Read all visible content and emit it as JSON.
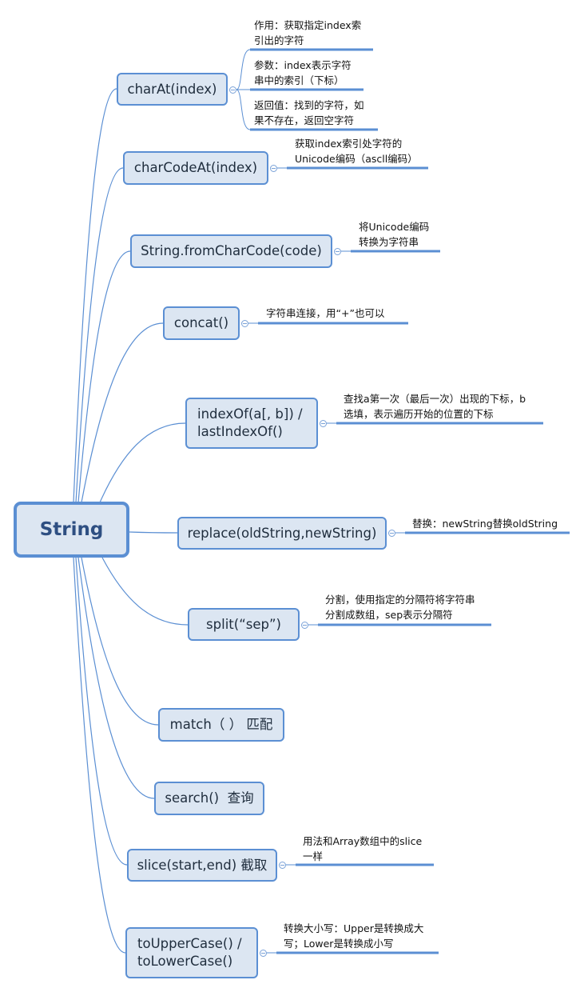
{
  "diagram": {
    "type": "mind-map",
    "root": {
      "label": "String"
    },
    "colors": {
      "node_fill": "#dce6f2",
      "node_border": "#5b8fd3",
      "line": "#5b8fd3",
      "root_text": "#2e4f82"
    },
    "branches": [
      {
        "id": "charAt",
        "label": "charAt(index)",
        "notes": [
          "作用：获取指定index索\n引出的字符",
          "参数：index表示字符\n串中的索引（下标）",
          "返回值：找到的字符，如\n果不存在，返回空字符"
        ]
      },
      {
        "id": "charCodeAt",
        "label": "charCodeAt(index)",
        "notes": [
          "获取index索引处字符的\nUnicode编码（ascll编码）"
        ]
      },
      {
        "id": "fromCharCode",
        "label": "String.fromCharCode(code)",
        "notes": [
          "将Unicode编码\n转换为字符串"
        ]
      },
      {
        "id": "concat",
        "label": "concat()",
        "notes": [
          "字符串连接，用“+”也可以"
        ]
      },
      {
        "id": "indexOf",
        "label": "indexOf(a[, b]) /\nlastIndexOf()",
        "notes": [
          "查找a第一次（最后一次）出现的下标，b\n选填，表示遍历开始的位置的下标"
        ]
      },
      {
        "id": "replace",
        "label": "replace(oldString,newString)",
        "notes": [
          "替换：newString替换oldString"
        ]
      },
      {
        "id": "split",
        "label": "split(“sep”)",
        "notes": [
          "分割，使用指定的分隔符将字符串\n分割成数组，sep表示分隔符"
        ]
      },
      {
        "id": "match",
        "label": "match（ ） 匹配",
        "notes": []
      },
      {
        "id": "search",
        "label": "search()  查询",
        "notes": []
      },
      {
        "id": "slice",
        "label": "slice(start,end) 截取",
        "notes": [
          "用法和Array数组中的slice\n一样"
        ]
      },
      {
        "id": "toCase",
        "label": "toUpperCase() /\ntoLowerCase()",
        "notes": [
          "转换大小写：Upper是转换成大\n写；Lower是转换成小写"
        ]
      }
    ]
  }
}
